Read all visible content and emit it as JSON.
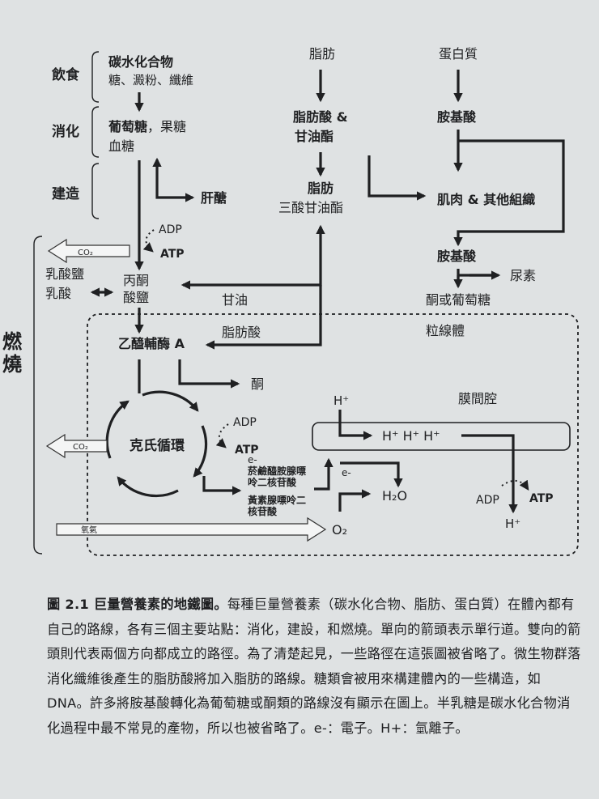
{
  "stages": {
    "diet": "飲食",
    "digestion": "消化",
    "building": "建造",
    "burning": "燃燒"
  },
  "nodes": {
    "carbs": "碳水化合物",
    "carbs_sub": "糖、澱粉、纖維",
    "glucose": "葡萄糖",
    "fructose": "，果糖",
    "blood_sugar": "血糖",
    "glycogen": "肝醣",
    "fat": "脂肪",
    "fatty_acid_glycerol_1": "脂肪酸 &",
    "fatty_acid_glycerol_2": "甘油酯",
    "fat2": "脂肪",
    "triglyceride": "三酸甘油酯",
    "protein": "蛋白質",
    "amino_acid": "胺基酸",
    "muscle": "肌肉 & 其他組織",
    "amino_acid2": "胺基酸",
    "urea": "尿素",
    "ketone_or_glucose": "酮或葡萄糖",
    "adp1": "ADP",
    "atp1": "ATP",
    "co2_top": "CO₂",
    "lactate": "乳酸鹽",
    "lactic_acid": "乳酸",
    "pyruvate_1": "丙酮",
    "pyruvate_2": "酸鹽",
    "glycerol": "甘油",
    "fatty_acid": "脂肪酸",
    "mitochondria": "粒線體",
    "acetyl_coa": "乙醯輔酶 A",
    "ketone": "酮",
    "krebs": "克氏循環",
    "adp2": "ADP",
    "atp2": "ATP",
    "co2_mid": "CO₂",
    "e_minus": "e-",
    "nadh_1": "菸鹼醯胺腺嘌",
    "nadh_2": "呤二核苷酸",
    "fadh_1": "黃素腺嘌呤二",
    "fadh_2": "核苷酸",
    "e_minus2": "e-",
    "h_plus_top": "H⁺",
    "intermembrane": "膜間腔",
    "h_plus_row": "H⁺  H⁺  H⁺",
    "water": "H₂O",
    "o2": "O₂",
    "oxygen": "氧氣",
    "adp3": "ADP",
    "atp3": "ATP",
    "h_plus_bottom": "H⁺"
  },
  "caption": {
    "title": "圖 2.1 巨量營養素的地鐵圖。",
    "body": "每種巨量營養素（碳水化合物、脂肪、蛋白質）在體內都有自己的路線，各有三個主要站點：消化，建設，和燃燒。單向的箭頭表示單行道。雙向的箭頭則代表兩個方向都成立的路徑。為了清楚起見，一些路徑在這張圖被省略了。微生物群落消化纖維後產生的脂肪酸將加入脂肪的路線。糖類會被用來構建體內的一些構造，如 DNA。許多將胺基酸轉化為葡萄糖或酮類的路線沒有顯示在圖上。半乳糖是碳水化合物消化過程中最不常見的產物，所以也被省略了。e-：電子。H+：氫離子。"
  }
}
